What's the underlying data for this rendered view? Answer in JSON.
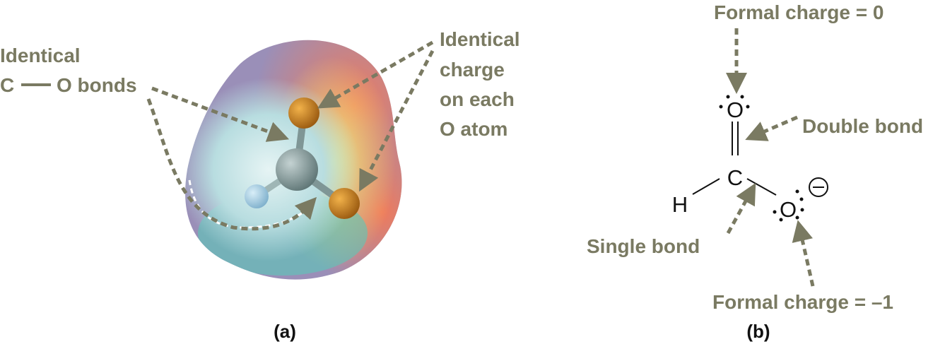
{
  "panel_a": {
    "label_left_line1": "Identical",
    "label_left_line2_c": "C",
    "label_left_line2_rest": "O bonds",
    "label_right": [
      "Identical",
      "charge",
      "on each",
      "O atom"
    ],
    "caption": "(a)"
  },
  "panel_b": {
    "formal_charge_top": "Formal charge = 0",
    "double_bond": "Double bond",
    "single_bond": "Single bond",
    "formal_charge_bottom": "Formal charge = –1",
    "atom_o_top": "O",
    "atom_c": "C",
    "atom_h": "H",
    "atom_o_right": "O",
    "caption": "(b)"
  },
  "colors": {
    "annotation": "#7a7a62",
    "oxygen": "#c77a1a",
    "carbon": "#8fa3a3",
    "hydrogen": "#9cc8e0"
  }
}
